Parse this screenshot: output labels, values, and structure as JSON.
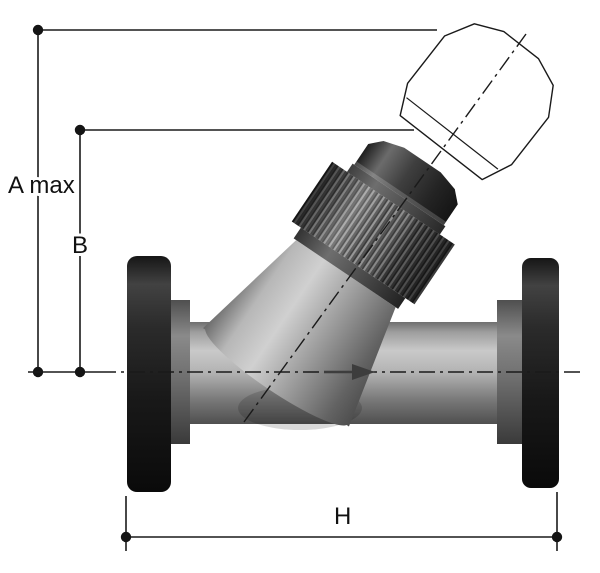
{
  "drawing": {
    "labels": {
      "a_max": "A max",
      "b": "B",
      "h": "H"
    },
    "colors": {
      "background": "#ffffff",
      "line": "#1a1a1a",
      "body_gray": "#a8a8a8",
      "flange_dark": "#1c1c1c"
    }
  }
}
